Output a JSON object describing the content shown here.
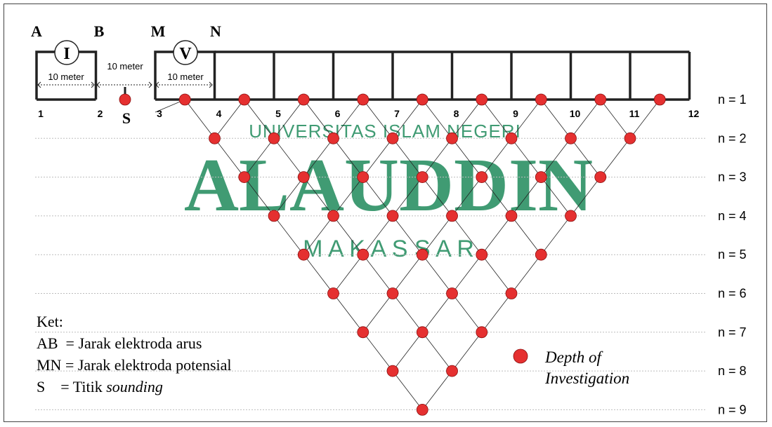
{
  "watermark": {
    "line1": "UNIVERSITAS ISLAM NEGERI",
    "line2": "ALAUDDIN",
    "line3": "M A K A S S A R",
    "color": "#1f8a5b"
  },
  "electrodes": {
    "A": "A",
    "B": "B",
    "M": "M",
    "N": "N",
    "current_meter": "I",
    "voltage_meter": "V"
  },
  "spacing": {
    "ab": "10 meter",
    "bm": "10 meter",
    "mn": "10 meter"
  },
  "sounding_label": "S",
  "electrode_numbers": [
    "1",
    "2",
    "3",
    "4",
    "5",
    "6",
    "7",
    "8",
    "9",
    "10",
    "11",
    "12"
  ],
  "levels": [
    "n = 1",
    "n = 2",
    "n = 3",
    "n = 4",
    "n = 5",
    "n = 6",
    "n = 7",
    "n = 8",
    "n = 9"
  ],
  "legend": {
    "ket": "Ket:",
    "ab": "AB  = Jarak elektroda arus",
    "mn": "MN = Jarak elektroda potensial",
    "s_prefix": "S    = Titik ",
    "s_italic": "sounding",
    "doi_line1": "Depth of",
    "doi_line2": "Investigation"
  },
  "colors": {
    "point": "#e53030",
    "point_stroke": "#8a1010",
    "line": "#222222",
    "dotted": "#bdbdbd"
  },
  "depth_points": {
    "n1": [
      3.5,
      4.5,
      5.5,
      6.5,
      7.5,
      8.5,
      9.5,
      10.5,
      11.5
    ],
    "n2": [
      4,
      5,
      6,
      7,
      8,
      9,
      10,
      11
    ],
    "n3": [
      4.5,
      5.5,
      6.5,
      7.5,
      8.5,
      9.5,
      10.5
    ],
    "n4": [
      5,
      6,
      7,
      8,
      9,
      10
    ],
    "n5": [
      5.5,
      6.5,
      7.5,
      8.5,
      9.5
    ],
    "n6": [
      6,
      7,
      8,
      9
    ],
    "n7": [
      6.5,
      7.5,
      8.5
    ],
    "n8": [
      7,
      8
    ],
    "n9": [
      7.5
    ]
  }
}
